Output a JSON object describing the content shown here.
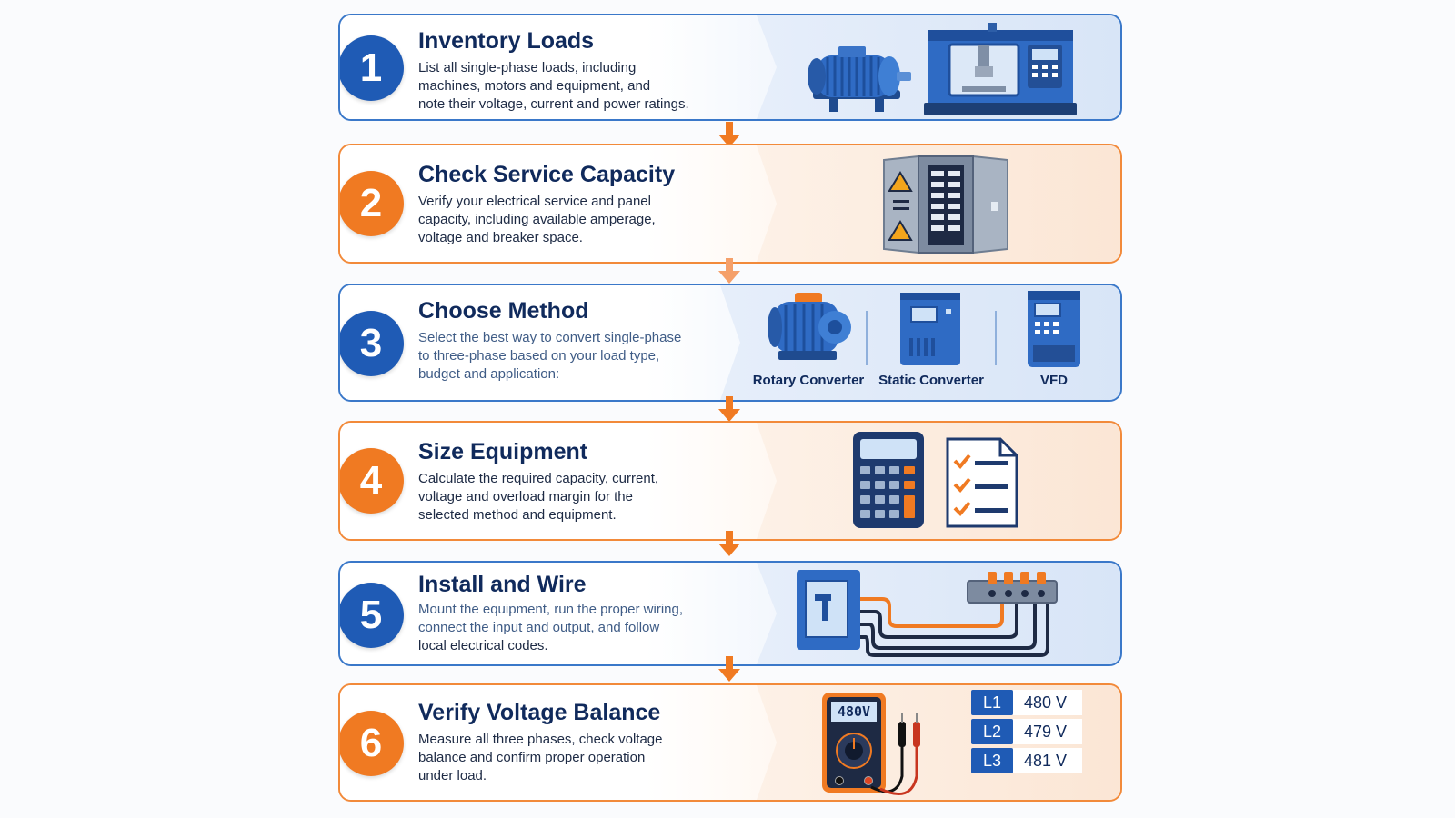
{
  "steps": [
    {
      "number": "1",
      "title": "Inventory Loads",
      "lines": [
        "List all single-phase loads, including",
        "machines, motors and equipment, and",
        "note their voltage, current and power ratings."
      ],
      "theme": "blue",
      "icons": [
        "electric-motor-icon",
        "cnc-machine-icon"
      ]
    },
    {
      "number": "2",
      "title": "Check Service Capacity",
      "lines": [
        "Verify your electrical service and panel",
        "capacity, including available amperage,",
        "voltage and breaker space."
      ],
      "theme": "orange",
      "icons": [
        "breaker-panel-icon"
      ]
    },
    {
      "number": "3",
      "title": "Choose Method",
      "lines": [
        "Select the best way to convert single-phase",
        "to three-phase based on your load type,",
        "budget and application:"
      ],
      "theme": "blue",
      "methods": [
        "Rotary Converter",
        "Static Converter",
        "VFD"
      ],
      "icons": [
        "rotary-converter-icon",
        "static-converter-icon",
        "vfd-icon"
      ]
    },
    {
      "number": "4",
      "title": "Size Equipment",
      "lines": [
        "Calculate the required capacity, current,",
        "voltage and overload margin for the",
        "selected method and equipment."
      ],
      "theme": "orange",
      "icons": [
        "calculator-icon",
        "checklist-icon"
      ]
    },
    {
      "number": "5",
      "title": "Install and Wire",
      "lines": [
        "Mount the equipment, run the proper wiring,",
        "connect the input and output, and follow",
        "local electrical codes."
      ],
      "theme": "blue",
      "icons": [
        "disconnect-box-icon",
        "terminal-block-icon"
      ]
    },
    {
      "number": "6",
      "title": "Verify Voltage Balance",
      "lines": [
        "Measure all three phases, check voltage",
        "balance and confirm proper operation",
        "under load."
      ],
      "theme": "orange",
      "meter_display": "480V",
      "phases": [
        {
          "label": "L1",
          "value": "480 V"
        },
        {
          "label": "L2",
          "value": "479 V"
        },
        {
          "label": "L3",
          "value": "481 V"
        }
      ],
      "icons": [
        "multimeter-icon"
      ]
    }
  ],
  "colors": {
    "blue": "#1f5bb5",
    "orange": "#f07a22",
    "navy": "#102a5c",
    "arrow": "#f07a22"
  }
}
